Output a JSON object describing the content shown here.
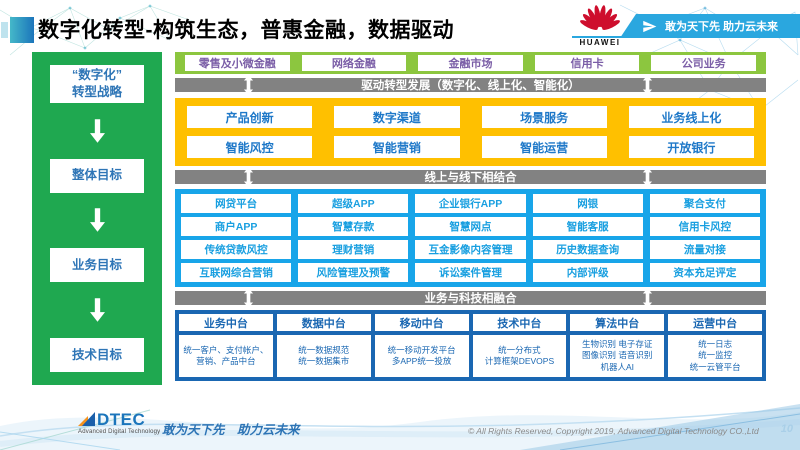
{
  "header": {
    "title": "数字化转型-构筑生态，普惠金融，数据驱动",
    "brand": "HUAWEI",
    "ribbon_slogan": "敢为天下先 助力云未来"
  },
  "strategy_panel": {
    "items": [
      {
        "label": "“数字化”\n转型战略"
      },
      {
        "label": "整体目标"
      },
      {
        "label": "业务目标"
      },
      {
        "label": "技术目标"
      }
    ]
  },
  "business_row": {
    "items": [
      "零售及小微金融",
      "网络金融",
      "金融市场",
      "信用卡",
      "公司业务"
    ]
  },
  "bars": {
    "drive": "驱动转型发展（数字化、线上化、智能化）",
    "online_offline": "线上与线下相结合",
    "tech_fusion": "业务与科技相融合"
  },
  "capability_grid": {
    "items": [
      "产品创新",
      "数字渠道",
      "场景服务",
      "业务线上化",
      "智能风控",
      "智能营销",
      "智能运营",
      "开放银行"
    ]
  },
  "application_grid": {
    "items": [
      "网贷平台",
      "超级APP",
      "企业银行APP",
      "网银",
      "聚合支付",
      "商户APP",
      "智慧存款",
      "智慧网点",
      "智能客服",
      "信用卡风控",
      "传统贷款风控",
      "理财营销",
      "互金影像内容管理",
      "历史数据查询",
      "流量对接",
      "互联网综合营销",
      "风险管理及预警",
      "诉讼案件管理",
      "内部评级",
      "资本充足评定"
    ]
  },
  "platform_grid": {
    "columns": [
      {
        "name": "业务中台",
        "detail": "统一客户、支付帐户、营销、产品中台"
      },
      {
        "name": "数据中台",
        "detail": "统一数据规范\n统一数据集市"
      },
      {
        "name": "移动中台",
        "detail": "统一移动开发平台\n多APP统一投放"
      },
      {
        "name": "技术中台",
        "detail": "统一分布式\n计算框架DEVOPS"
      },
      {
        "name": "算法中台",
        "detail": "生物识别 电子存证\n图像识别 语音识别\n机器人AI"
      },
      {
        "name": "运营中台",
        "detail": "统一日志\n统一监控\n统一云管平台"
      }
    ]
  },
  "footer": {
    "logo_text": "DTEC",
    "logo_subtext": "Advanced Digital Technology",
    "slogan": "敢为天下先　助力云未来",
    "copyright": "© All Rights Reserved, Copyright 2019, Advanced Digital Technology CO.,Ltd",
    "page_number": "10"
  },
  "colors": {
    "sidebar_green": "#1FA850",
    "row_green": "#8CC63F",
    "band_yellow": "#FFC000",
    "bar_gray": "#828282",
    "band_cyan": "#18A5E9",
    "band_blue": "#1A67B2",
    "text_purple": "#7B5EA7",
    "text_blue": "#1E78C8",
    "huawei_red": "#CE0E2D",
    "ribbon_blue": "#2AA7DF"
  }
}
